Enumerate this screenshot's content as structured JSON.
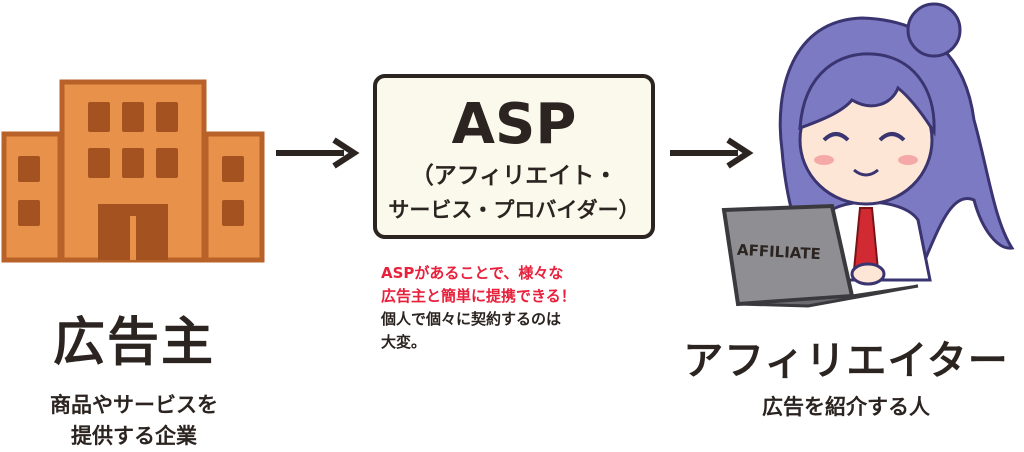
{
  "advertiser": {
    "title": "広告主",
    "desc_line1": "商品やサービスを",
    "desc_line2": "提供する企業"
  },
  "asp": {
    "title": "ASP",
    "subtitle_line1": "（アフィリエイト・",
    "subtitle_line2": "サービス・プロバイダー）",
    "note_line1": "ASPがあることで、様々な",
    "note_line2": "広告主と簡単に提携できる！",
    "note_line3": "個人で個々に契約するのは",
    "note_line4": "大変。"
  },
  "affiliate": {
    "title": "アフィリエイター",
    "desc": "広告を紹介する人",
    "laptop_text": "AFFILIATE"
  },
  "colors": {
    "building": "#e8914a",
    "building_outline": "#b8622a",
    "window": "#a4521f",
    "accent_red": "#e8203c",
    "hair": "#7d7ac4"
  }
}
